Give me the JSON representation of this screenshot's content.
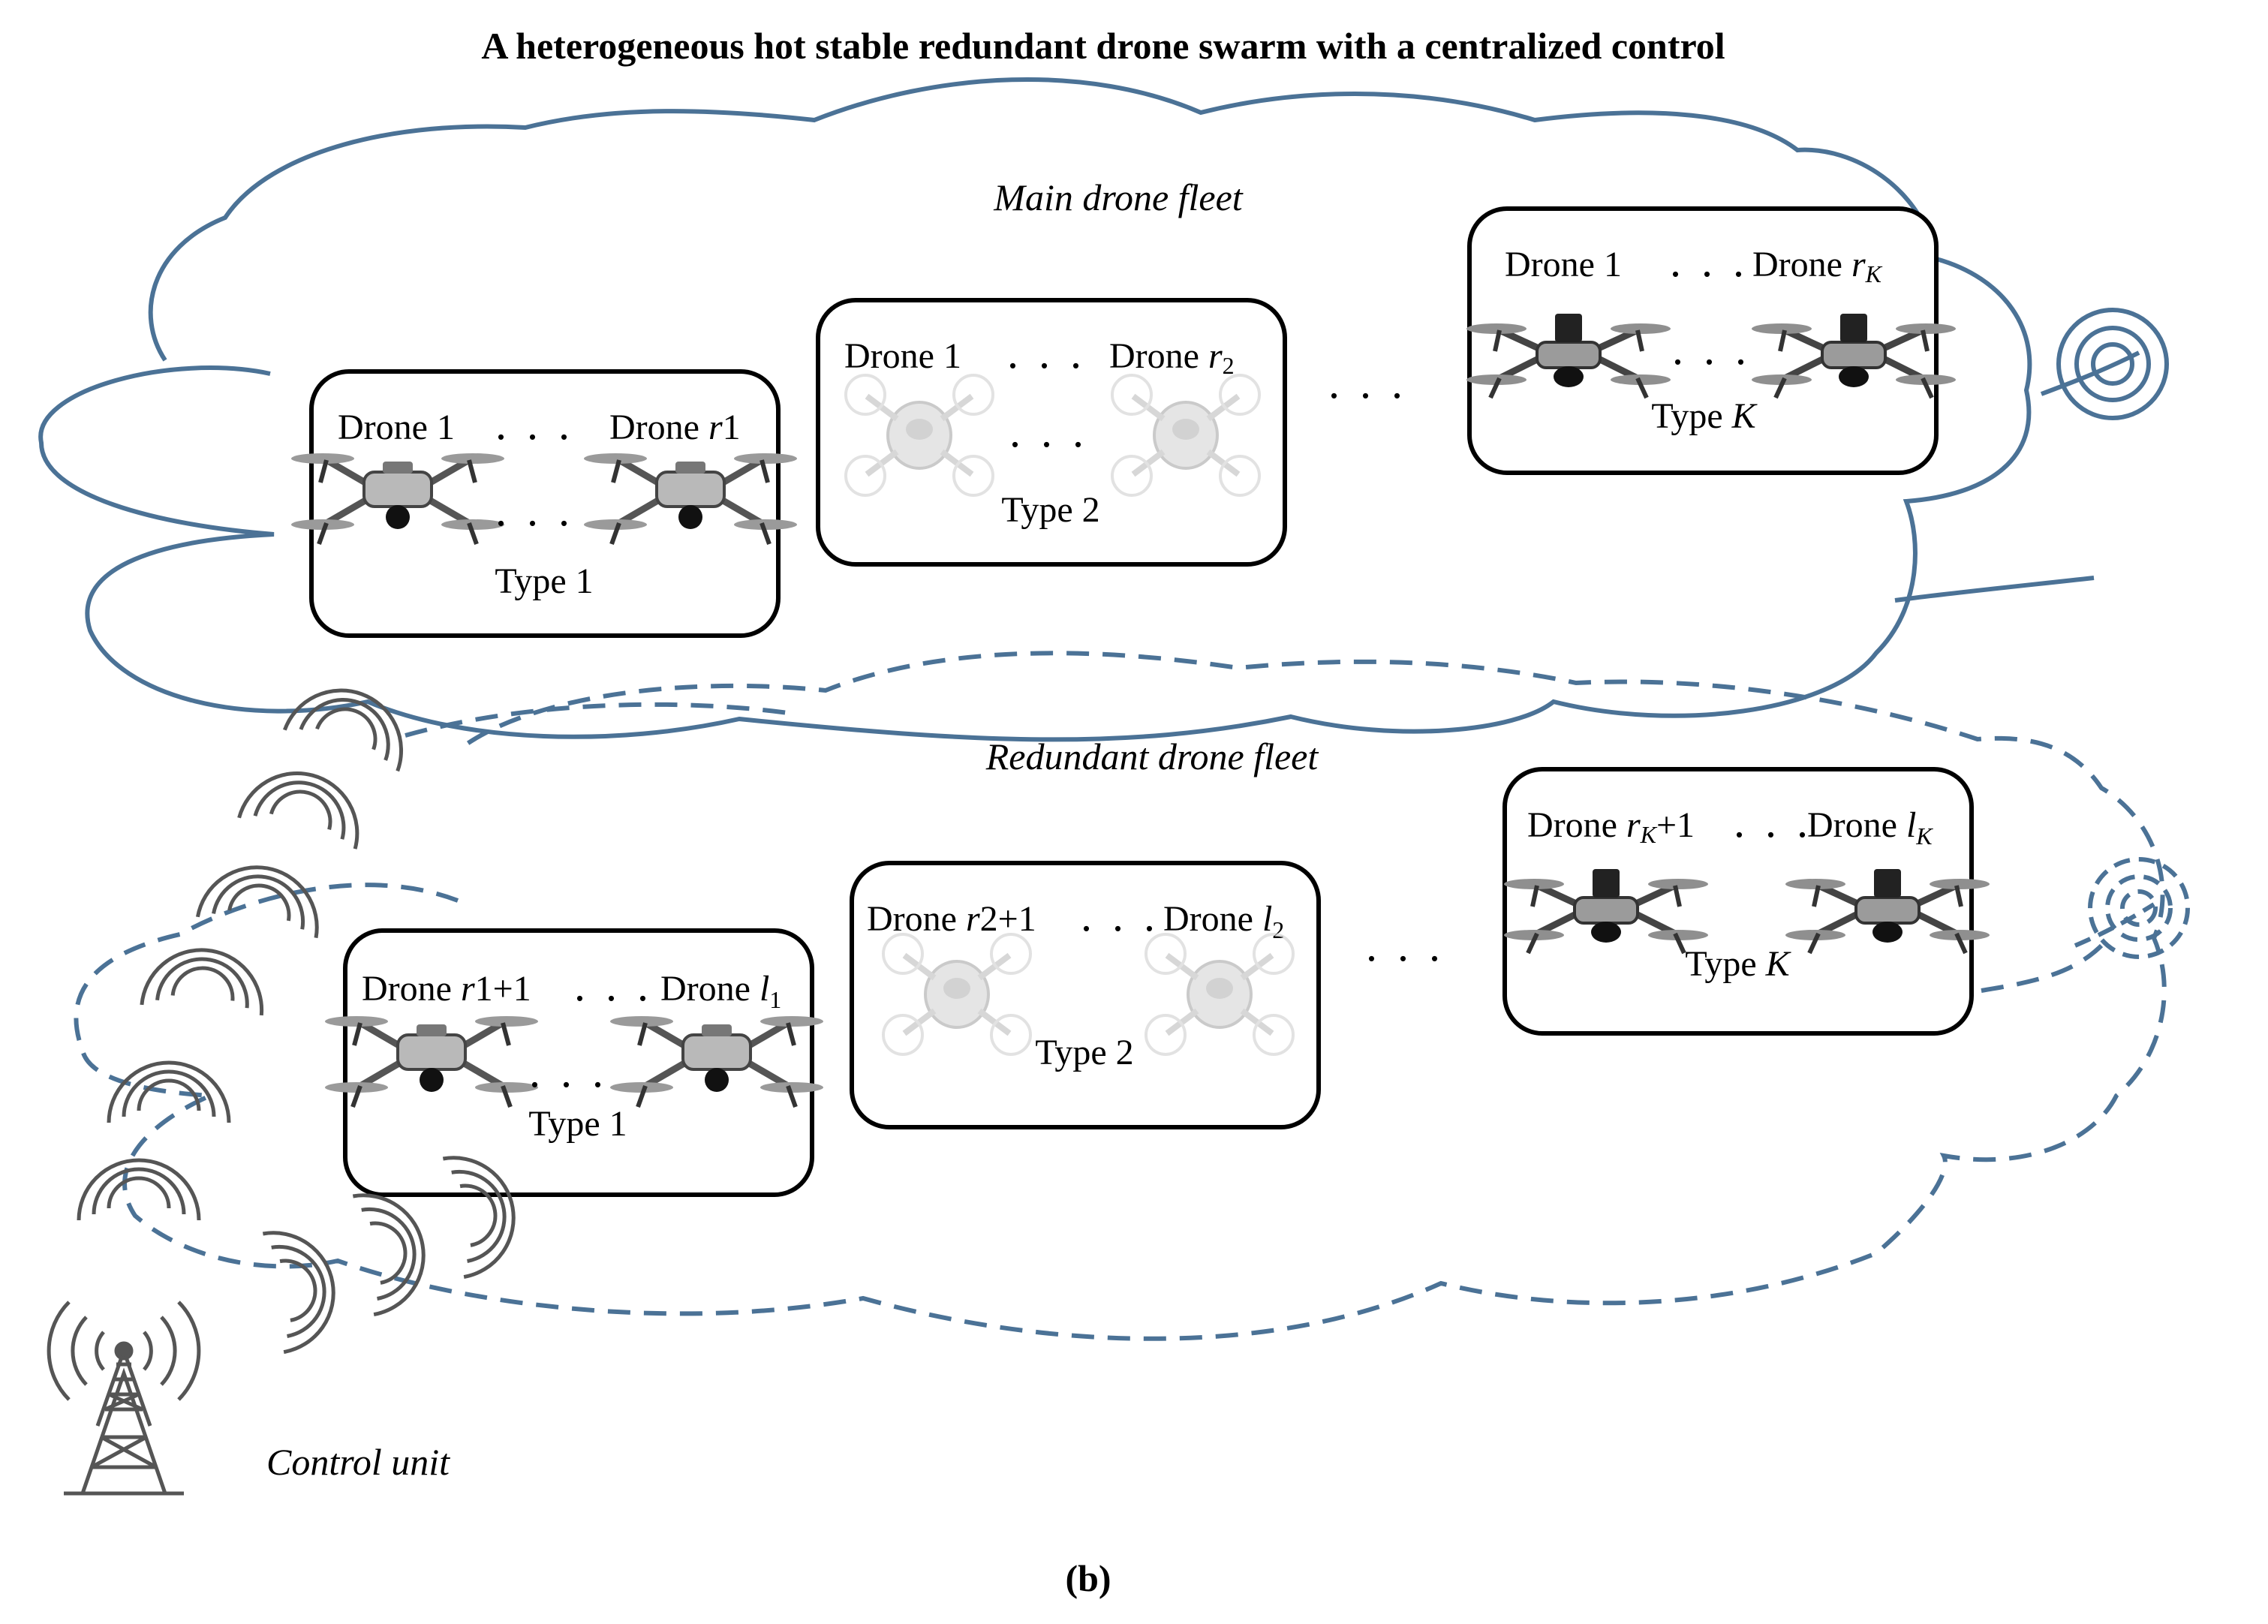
{
  "title": "A heterogeneous hot stable redundant drone swarm with a centralized control",
  "main_fleet_label": "Main drone fleet",
  "redundant_fleet_label": "Redundant drone fleet",
  "control_unit_label": "Control unit",
  "caption": "(b)",
  "ellipsis": ". . .",
  "colors": {
    "cloud": "#4b7296",
    "box": "#000000",
    "text": "#111111"
  },
  "main_fleet": {
    "groups": [
      {
        "first": "Drone 1",
        "last_prefix": "Drone ",
        "last_var": "r",
        "last_sub": "1",
        "type_label": "Type 1"
      },
      {
        "first": "Drone 1",
        "last_prefix": "Drone ",
        "last_var": "r",
        "last_sub": "2",
        "type_label": "Type 2"
      },
      {
        "first": "Drone 1",
        "last_prefix": "Drone ",
        "last_var": "r",
        "last_sub": "K",
        "type_prefix": "Type ",
        "type_var": "K"
      }
    ]
  },
  "redundant_fleet": {
    "groups": [
      {
        "first_prefix": "Drone ",
        "first_var": "r",
        "first_sub": "1",
        "first_suffix": "+1",
        "last_prefix": "Drone ",
        "last_var": "l",
        "last_sub": "1",
        "type_label": "Type 1"
      },
      {
        "first_prefix": "Drone ",
        "first_var": "r",
        "first_sub": "2",
        "first_suffix": "+1",
        "last_prefix": "Drone ",
        "last_var": "l",
        "last_sub": "2",
        "type_label": "Type 2"
      },
      {
        "first_prefix": "Drone ",
        "first_var": "r",
        "first_sub": "K",
        "first_suffix": "+1",
        "last_prefix": "Drone ",
        "last_var": "l",
        "last_sub": "K",
        "type_prefix": "Type ",
        "type_var": "K"
      }
    ]
  }
}
